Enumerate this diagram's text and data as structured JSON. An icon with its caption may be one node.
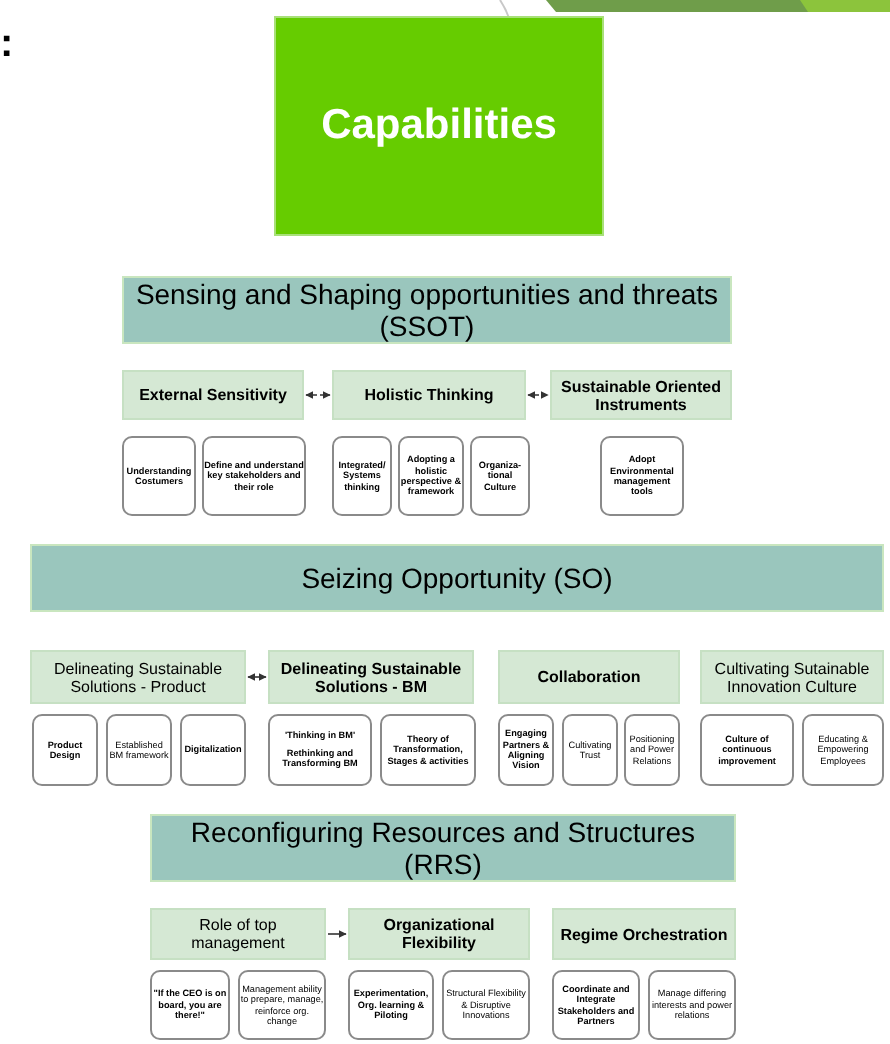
{
  "diagram": {
    "nodes": [
      {
        "text": [
          "Capabilities"
        ]
      },
      {
        "text": [
          "Sensing and Shaping opportunities and threats (SSOT)"
        ]
      },
      {
        "text": [
          "External Sensitivity"
        ]
      },
      {
        "text": [
          "Holistic Thinking"
        ]
      },
      {
        "text": [
          "Sustainable Oriented Instruments"
        ]
      },
      {
        "text": [
          "Understanding Costumers"
        ]
      },
      {
        "text": [
          "Define and understand key stakeholders and their role"
        ]
      },
      {
        "text": [
          "Integrated/ Systems thinking"
        ]
      },
      {
        "text": [
          "Adopting a holistic perspective & framework"
        ]
      },
      {
        "text": [
          "Organiza- tional Culture"
        ]
      },
      {
        "text": [
          "Adopt Environmental management tools"
        ]
      },
      {
        "text": [
          "Seizing Opportunity (SO)"
        ]
      },
      {
        "text": [
          "Delineating Sustainable Solutions - Product"
        ]
      },
      {
        "text": [
          "Delineating Sustainable Solutions - BM"
        ]
      },
      {
        "text": [
          "Collaboration"
        ]
      },
      {
        "text": [
          "Cultivating Sutainable Innovation Culture"
        ]
      },
      {
        "text": [
          "Product Design"
        ]
      },
      {
        "text": [
          "Established BM framework"
        ]
      },
      {
        "text": [
          "Digitalization"
        ]
      },
      {
        "text": [
          "'Thinking in BM'",
          "Rethinking and Transforming BM"
        ]
      },
      {
        "text": [
          "Theory of Transformation, Stages & activities"
        ]
      },
      {
        "text": [
          "Engaging Partners & Aligning Vision"
        ]
      },
      {
        "text": [
          "Cultivating Trust"
        ]
      },
      {
        "text": [
          "Positioning and Power Relations"
        ]
      },
      {
        "text": [
          "Culture of continuous improvement"
        ]
      },
      {
        "text": [
          "Educating & Empowering Employees"
        ]
      },
      {
        "text": [
          "Reconfiguring Resources and Structures (RRS)"
        ]
      },
      {
        "text": [
          "Role of top management"
        ]
      },
      {
        "text": [
          "Organizational Flexibility"
        ]
      },
      {
        "text": [
          "Regime Orchestration"
        ]
      },
      {
        "text": [
          "\"If the CEO is on board, you are there!\""
        ]
      },
      {
        "text": [
          "Management ability to prepare, manage, reinforce org. change"
        ]
      },
      {
        "text": [
          "Experimentation, Org. learning & Piloting"
        ]
      },
      {
        "text": [
          "Structural Flexibility & Disruptive Innovations"
        ]
      },
      {
        "text": [
          "Coordinate and Integrate Stakeholders and Partners"
        ]
      },
      {
        "text": [
          "Manage differing interests and power relations"
        ]
      }
    ],
    "edges": [
      {
        "from": 2,
        "to": 3,
        "arrow": "both",
        "style": "dashed"
      },
      {
        "from": 3,
        "to": 4,
        "arrow": "both",
        "style": "dashed"
      },
      {
        "from": 12,
        "to": 13,
        "arrow": "both"
      },
      {
        "from": 27,
        "to": 28,
        "arrow": "to"
      }
    ],
    "labels": [
      ":"
    ]
  }
}
